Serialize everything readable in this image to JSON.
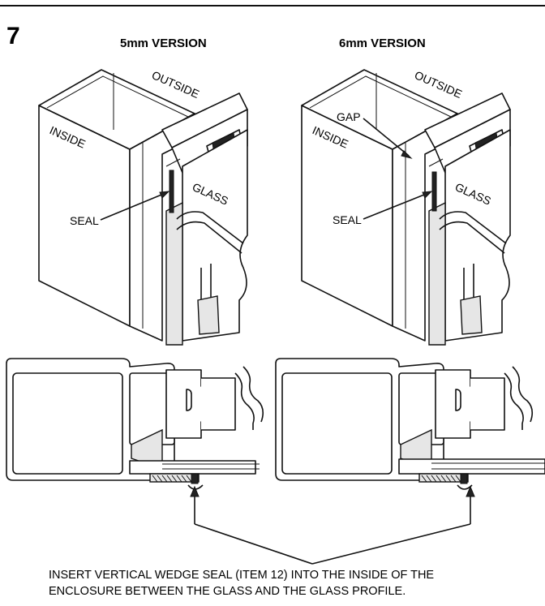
{
  "step": {
    "number": "7"
  },
  "versions": [
    {
      "title": "5mm VERSION",
      "labels": {
        "outside": "OUTSIDE",
        "inside": "INSIDE",
        "glass": "GLASS",
        "seal": "SEAL"
      }
    },
    {
      "title": "6mm VERSION",
      "labels": {
        "outside": "OUTSIDE",
        "inside": "INSIDE",
        "glass": "GLASS",
        "seal": "SEAL",
        "gap": "GAP"
      }
    }
  ],
  "instruction": {
    "line1": "INSERT VERTICAL WEDGE SEAL (ITEM 12) INTO THE INSIDE OF THE",
    "line2": "ENCLOSURE BETWEEN THE GLASS AND THE GLASS PROFILE."
  },
  "colors": {
    "line": "#111111",
    "fill": "#ffffff",
    "shade": "#e6e6e6"
  }
}
